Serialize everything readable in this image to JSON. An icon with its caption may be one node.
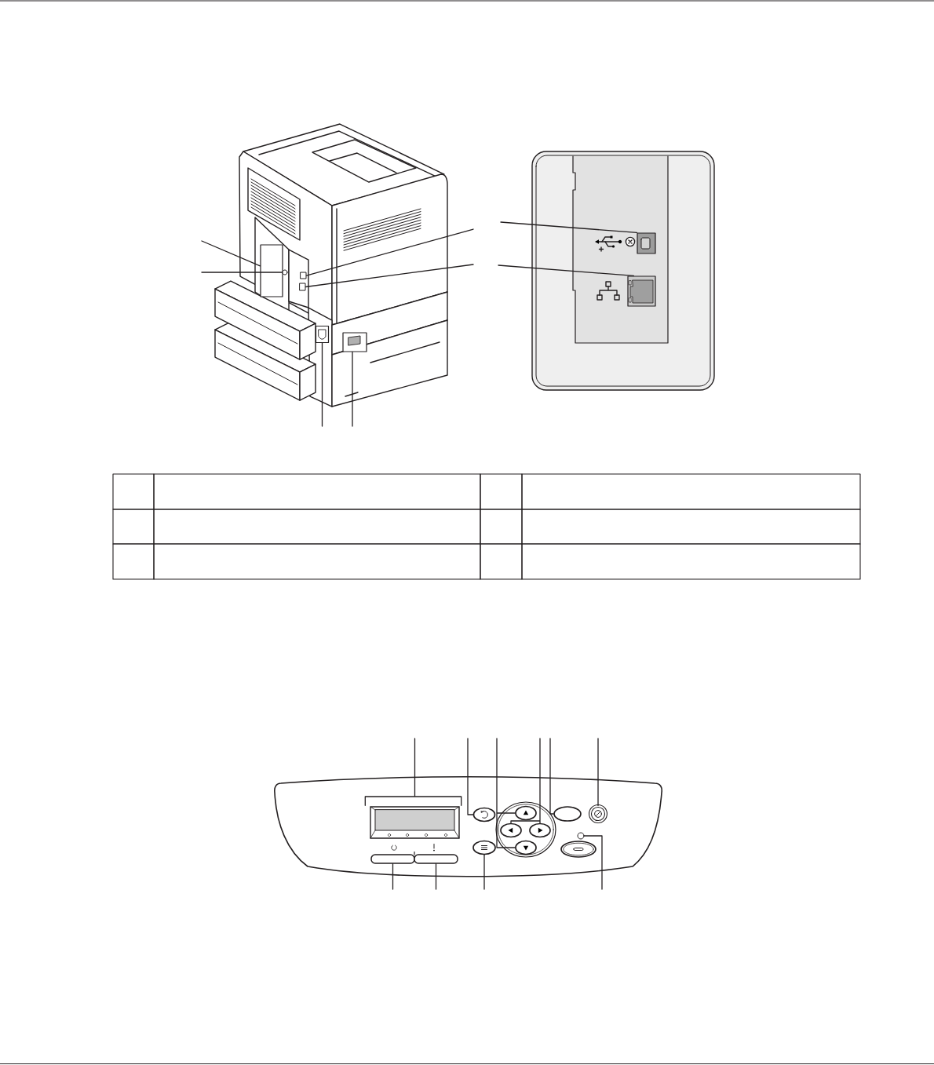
{
  "diagram": {
    "nodes": [
      {
        "text": [],
        "shape": "picture"
      },
      {
        "text": [],
        "shape": "box",
        "in": 0
      },
      {
        "text": [],
        "shape": "circle",
        "in": 0
      },
      {
        "text": [],
        "shape": "box",
        "in": 0
      },
      {
        "text": [],
        "shape": "box",
        "in": 0
      },
      {
        "text": [],
        "shape": "box",
        "in": 0
      },
      {
        "text": [],
        "shape": "box",
        "in": 0
      },
      {
        "text": [],
        "shape": "box"
      },
      {
        "text": [],
        "shape": "box",
        "in": 7
      },
      {
        "text": [],
        "shape": "box",
        "in": 7
      },
      {
        "text": [],
        "shape": "picture"
      },
      {
        "text": [],
        "shape": "box",
        "in": 10
      },
      {
        "text": [],
        "shape": "ellipse",
        "in": 10
      },
      {
        "text": [],
        "shape": "ellipse",
        "in": 10
      },
      {
        "text": [],
        "shape": "ellipse",
        "in": 10
      },
      {
        "text": [],
        "shape": "ellipse",
        "in": 10
      },
      {
        "text": [],
        "shape": "ellipse",
        "in": 10
      },
      {
        "text": [],
        "shape": "ellipse",
        "in": 10
      },
      {
        "text": [],
        "shape": "circle",
        "in": 10
      },
      {
        "text": [],
        "shape": "bar",
        "in": 10
      },
      {
        "text": [],
        "shape": "bar",
        "in": 10
      },
      {
        "text": [],
        "shape": "ellipse",
        "in": 10
      },
      {
        "text": [],
        "shape": "circle",
        "in": 10
      }
    ],
    "edges": [
      {
        "from": null,
        "to": 1,
        "arrow": "none"
      },
      {
        "from": null,
        "to": 2,
        "arrow": "none"
      },
      {
        "from": null,
        "to": 3,
        "arrow": "none"
      },
      {
        "from": null,
        "to": 8,
        "arrow": "none"
      },
      {
        "from": null,
        "to": 4,
        "arrow": "none"
      },
      {
        "from": null,
        "to": 9,
        "arrow": "none"
      },
      {
        "from": null,
        "to": 5,
        "arrow": "none"
      },
      {
        "from": null,
        "to": 6,
        "arrow": "none"
      },
      {
        "from": null,
        "to": 11,
        "arrow": "none"
      },
      {
        "from": null,
        "to": 12,
        "arrow": "none"
      },
      {
        "from": null,
        "to": 13,
        "arrow": "none"
      },
      {
        "from": null,
        "to": 16,
        "arrow": "none"
      },
      {
        "from": null,
        "to": 14,
        "arrow": "none"
      },
      {
        "from": null,
        "to": 15,
        "arrow": "none"
      },
      {
        "from": null,
        "to": 17,
        "arrow": "none"
      },
      {
        "from": null,
        "to": 18,
        "arrow": "none"
      },
      {
        "from": null,
        "to": 19,
        "arrow": "none"
      },
      {
        "from": null,
        "to": 20,
        "arrow": "none"
      },
      {
        "from": null,
        "to": 21,
        "arrow": "none"
      },
      {
        "from": null,
        "to": 22,
        "arrow": "none"
      }
    ]
  }
}
